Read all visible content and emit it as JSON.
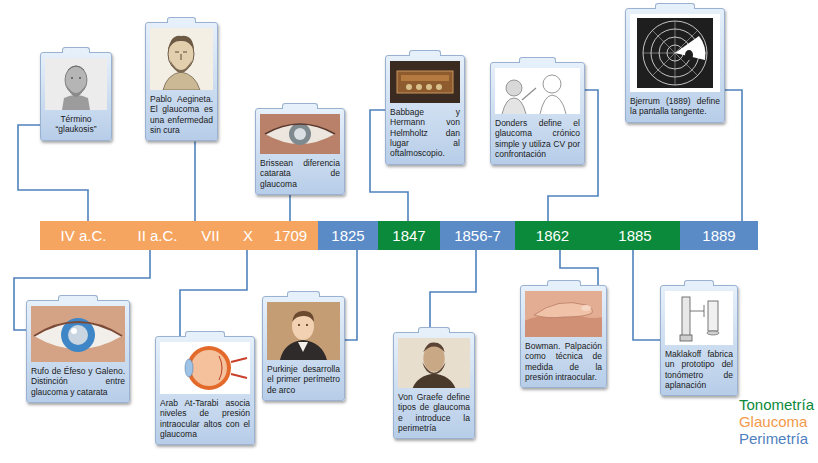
{
  "diagram": {
    "nodes": [
      {
        "text": [
          "IV a.C."
        ]
      },
      {
        "text": [
          "II a.C."
        ]
      },
      {
        "text": [
          "VII"
        ]
      },
      {
        "text": [
          "X"
        ]
      },
      {
        "text": [
          "1709"
        ]
      },
      {
        "text": [
          "1825"
        ]
      },
      {
        "text": [
          "1847"
        ]
      },
      {
        "text": [
          "1856-7"
        ]
      },
      {
        "text": [
          "1862"
        ]
      },
      {
        "text": [
          "1885"
        ]
      },
      {
        "text": [
          "1889"
        ]
      },
      {
        "text": [
          "Término “glaukosis”"
        ]
      },
      {
        "text": [
          "Rufo de Éfeso y Galeno. Distinción entre glaucoma y catarata"
        ]
      },
      {
        "text": [
          "Pablo Aegineta. El glaucoma es una enfermedad sin cura"
        ]
      },
      {
        "text": [
          "Arab At-Tarabi asocia niveles de presión intraocular altos con el glaucoma"
        ]
      },
      {
        "text": [
          "Brissean diferencia catarata de glaucoma"
        ]
      },
      {
        "text": [
          "Purkinje desarrolla el primer perímetro de arco"
        ]
      },
      {
        "text": [
          "Babbage y Hermann von Helmholtz dan lugar al oftalmoscopio."
        ]
      },
      {
        "text": [
          "Von Graefe define tipos de glaucoma e introduce la perimetría"
        ]
      },
      {
        "text": [
          "Donders define el glaucoma crónico simple y utiliza CV por confrontación"
        ]
      },
      {
        "text": [
          "Bowman. Palpación como técnica de medida de la presión intraocular."
        ]
      },
      {
        "text": [
          "Maklakoff fabrica un prototipo del tonómetro de aplanación"
        ]
      },
      {
        "text": [
          "Bjerrum (1889) define la pantalla tangente."
        ]
      }
    ],
    "edges": [
      {
        "from": 11,
        "to": 0,
        "arrow": "none"
      },
      {
        "from": 12,
        "to": 1,
        "arrow": "none"
      },
      {
        "from": 13,
        "to": 2,
        "arrow": "none"
      },
      {
        "from": 14,
        "to": 3,
        "arrow": "none"
      },
      {
        "from": 15,
        "to": 4,
        "arrow": "none"
      },
      {
        "from": 16,
        "to": 5,
        "arrow": "none"
      },
      {
        "from": 17,
        "to": 6,
        "arrow": "none"
      },
      {
        "from": 18,
        "to": 7,
        "arrow": "none"
      },
      {
        "from": 19,
        "to": 8,
        "arrow": "none"
      },
      {
        "from": 20,
        "to": 8,
        "arrow": "none"
      },
      {
        "from": 21,
        "to": 9,
        "arrow": "none"
      },
      {
        "from": 22,
        "to": 10,
        "arrow": "none"
      }
    ],
    "legend": [
      {
        "text": "Tonometría",
        "color": "#0b8a3b"
      },
      {
        "text": "Glaucoma",
        "color": "#f29a4a"
      },
      {
        "text": "Perimetría",
        "color": "#4f7fc0"
      }
    ]
  }
}
